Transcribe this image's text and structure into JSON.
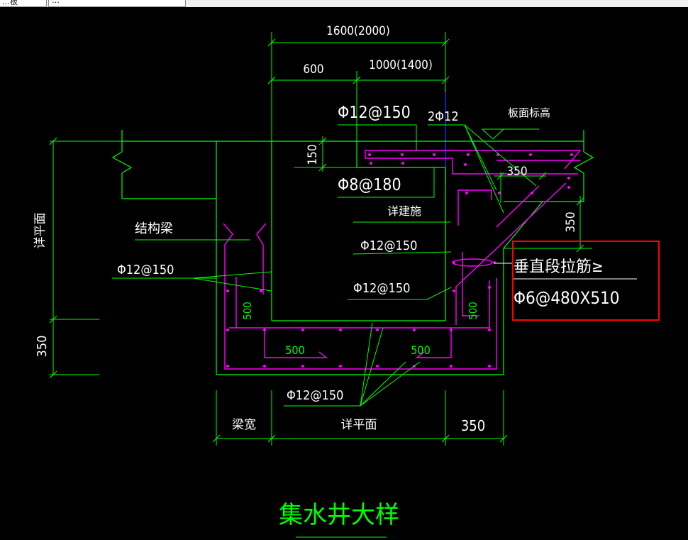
{
  "window": {
    "tab1_label": "…板",
    "tab2_label": "…"
  },
  "colors": {
    "background": "#000000",
    "outline": "#00ff00",
    "rebar": "#ff00ff",
    "text": "#ffffff",
    "title": "#00ff00",
    "highlight": "#ff0000",
    "axis": "#2020ff"
  },
  "drawing": {
    "title": "集水井大样",
    "dims": {
      "total_top": "1600(2000)",
      "left_top": "600",
      "right_top": "1000(1400)",
      "slab_thick": "150",
      "chamfer": "350",
      "right_drop": "350",
      "left_vertical": "详平面",
      "left_bottom": "350",
      "bottom_beam": "梁宽",
      "bottom_mid": "详平面",
      "bottom_right": "350",
      "laps": [
        "500",
        "500",
        "500",
        "500"
      ]
    },
    "labels": {
      "top_bar": "Φ12@150",
      "top_pair": "2Φ12",
      "slab_elev": "板面标高",
      "dist_bar": "Φ8@180",
      "arch_ref": "详建施",
      "wall_bar_inner": "Φ12@150",
      "wall_bar_left": "Φ12@150",
      "wall_bar_right": "Φ12@150",
      "beam": "结构梁",
      "bottom_bar": "Φ12@150",
      "note_line1": "垂直段拉筋≥",
      "note_line2": "Φ6@480X510"
    }
  }
}
